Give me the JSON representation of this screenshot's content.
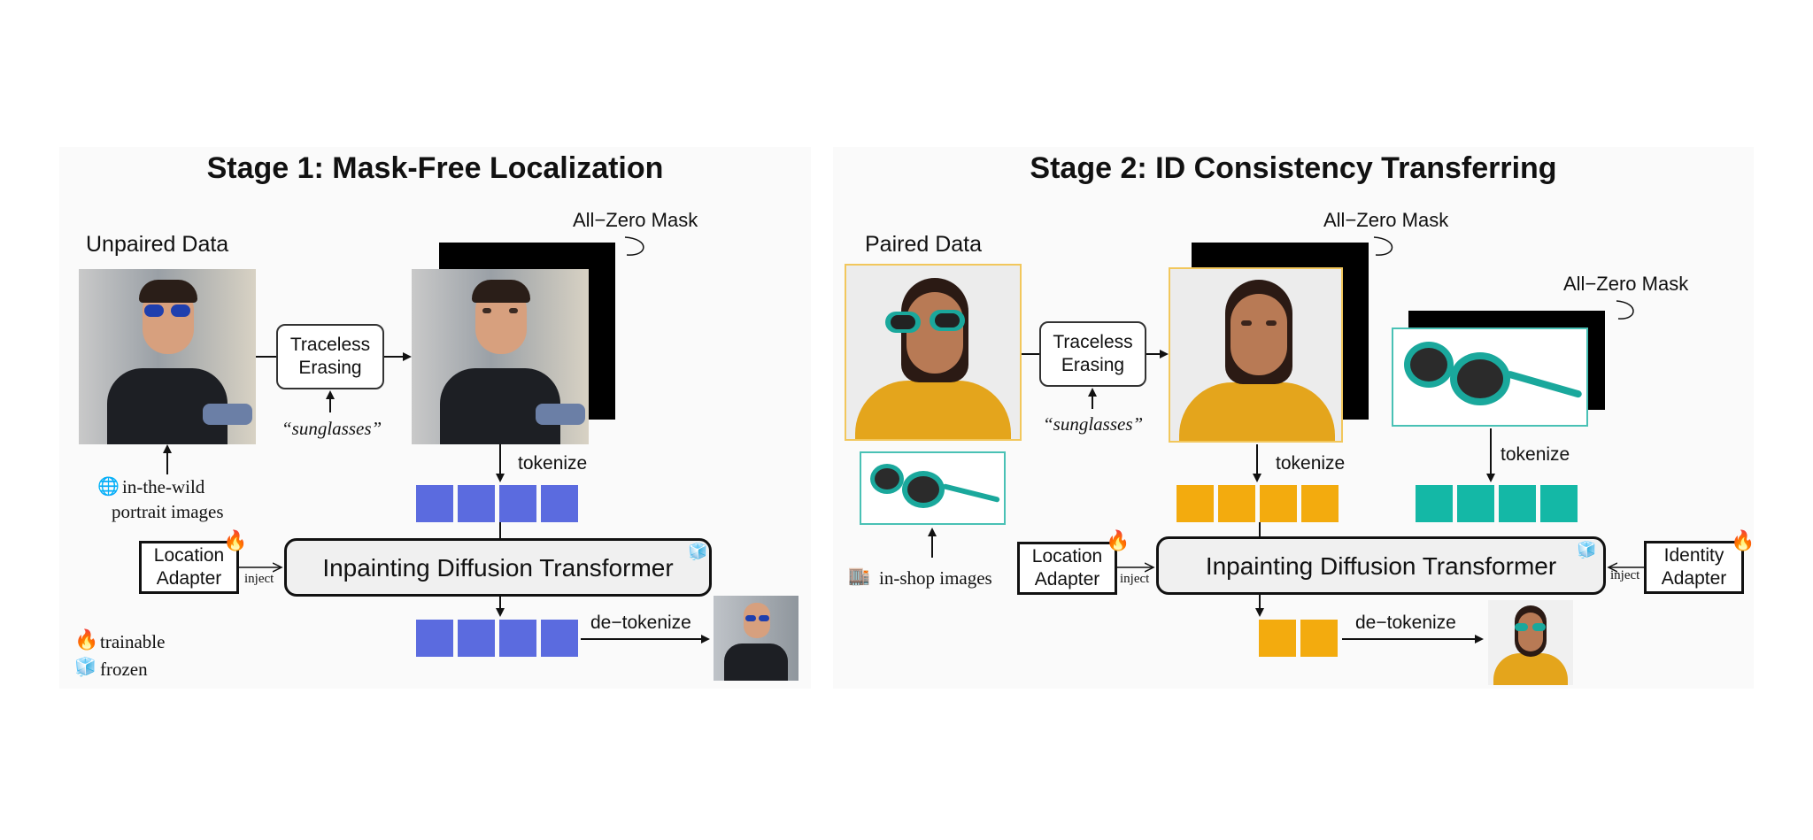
{
  "stage1": {
    "title": "Stage 1: Mask-Free Localization",
    "section_label": "Unpaired Data",
    "mask_label": "All−Zero Mask",
    "erasing_line1": "Traceless",
    "erasing_line2": "Erasing",
    "prompt": "“sunglasses”",
    "source_line1": "in-the-wild",
    "source_line2": "portrait images",
    "tokenize": "tokenize",
    "detokenize": "de−tokenize",
    "location_line1": "Location",
    "location_line2": "Adapter",
    "inject": "inject",
    "transformer": "Inpainting Diffusion Transformer"
  },
  "stage2": {
    "title": "Stage 2: ID Consistency Transferring",
    "section_label": "Paired Data",
    "mask_label_1": "All−Zero Mask",
    "mask_label_2": "All−Zero Mask",
    "erasing_line1": "Traceless",
    "erasing_line2": "Erasing",
    "prompt": "“sunglasses”",
    "source": "in-shop images",
    "tokenize_1": "tokenize",
    "tokenize_2": "tokenize",
    "detokenize": "de−tokenize",
    "location_line1": "Location",
    "location_line2": "Adapter",
    "identity_line1": "Identity",
    "identity_line2": "Adapter",
    "inject_left": "inject",
    "inject_right": "inject",
    "transformer": "Inpainting Diffusion Transformer"
  },
  "legend": {
    "trainable": "trainable",
    "frozen": "frozen"
  },
  "icons": {
    "trainable": "fire-icon",
    "frozen": "ice-cube-icon",
    "wild": "globe-icon",
    "shop": "building-icon"
  },
  "colors": {
    "stage1_tokens": "#5b6bdf",
    "stage2_image_tokens": "#f3ab0e",
    "stage2_identity_tokens": "#14b8a6"
  }
}
